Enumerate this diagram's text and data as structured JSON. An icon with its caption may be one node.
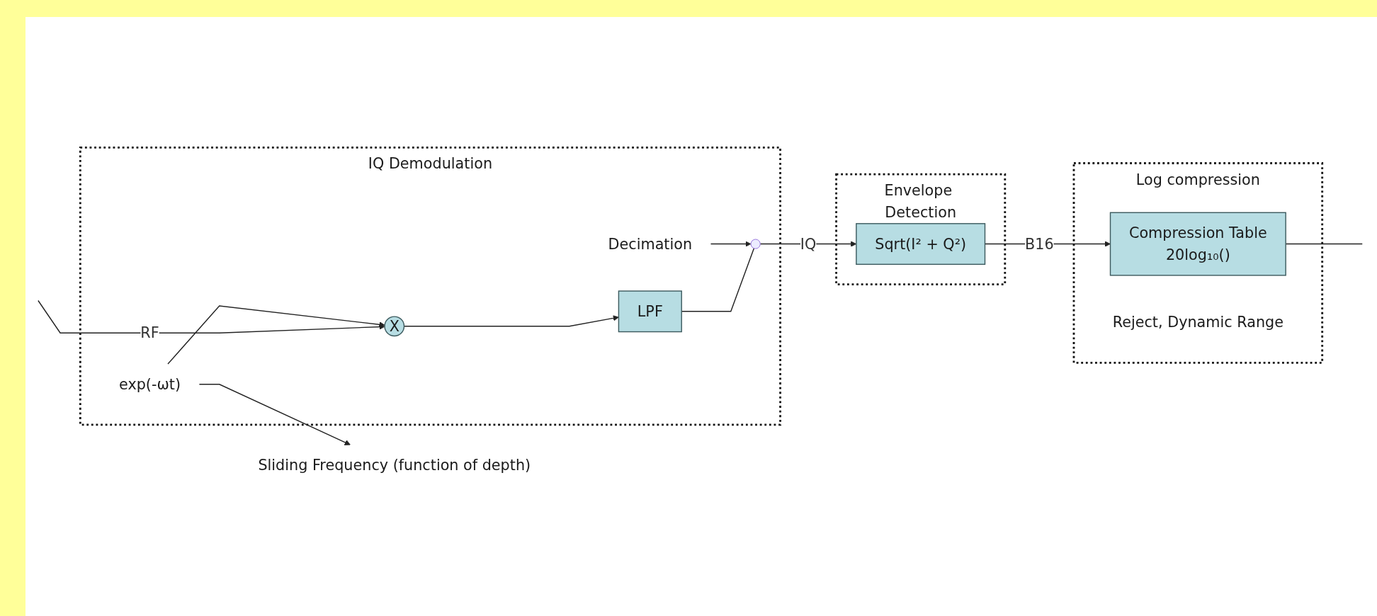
{
  "diagram": {
    "nodes": [
      {
        "text": [
          "IQ Demodulation"
        ]
      },
      {
        "text": [
          "X"
        ],
        "in": 0
      },
      {
        "text": [
          "LPF"
        ],
        "in": 0
      },
      {
        "text": [],
        "shape": "circle",
        "in": 0
      },
      {
        "text": [
          "exp(-ωt)"
        ],
        "in": 0
      },
      {
        "text": [
          "Decimation"
        ],
        "in": 0
      },
      {
        "text": [
          "Sliding Frequency (function of depth)"
        ]
      },
      {
        "text": [
          "Envelope Detection"
        ]
      },
      {
        "text": [
          "Sqrt(I² + Q²)"
        ],
        "in": 7
      },
      {
        "text": [
          "Log compression"
        ],
        "beside": [
          "Reject, Dynamic Range"
        ]
      },
      {
        "text": [
          "Compression Table",
          "20log₁₀()"
        ],
        "in": 9
      }
    ],
    "edges": [
      {
        "from": null,
        "to": 1,
        "arrow": "to",
        "label": "RF"
      },
      {
        "from": 1,
        "to": 2,
        "arrow": "to"
      },
      {
        "from": 2,
        "to": 3,
        "arrow": "none"
      },
      {
        "from": 3,
        "to": 8,
        "arrow": "to",
        "label": "IQ"
      },
      {
        "from": 8,
        "to": 10,
        "arrow": "to",
        "label": "B16"
      },
      {
        "from": 10,
        "to": null,
        "arrow": "none"
      },
      {
        "from": 4,
        "to": 1,
        "arrow": "to"
      },
      {
        "from": 5,
        "to": 3,
        "arrow": "to"
      },
      {
        "from": 4,
        "to": 6,
        "arrow": "to"
      }
    ]
  }
}
